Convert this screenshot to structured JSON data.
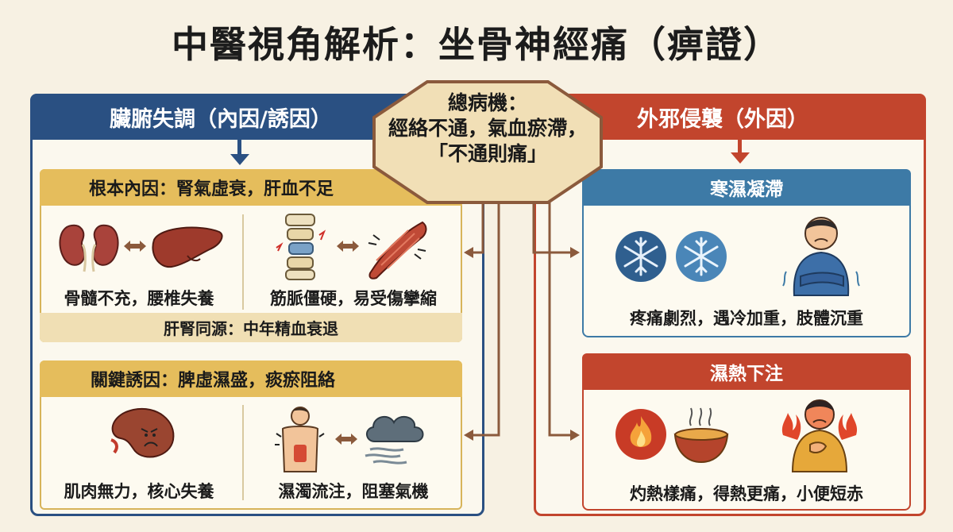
{
  "title": "中醫視角解析：坐骨神經痛（痹證）",
  "center": {
    "line1": "總病機：",
    "line2": "經絡不通，氣血瘀滯，",
    "line3": "「不通則痛」"
  },
  "left": {
    "header": "臟腑失調（內因/誘因）",
    "root": {
      "header": "根本內因：腎氣虛衰，肝血不足",
      "caption_a": "骨髓不充，腰椎失養",
      "caption_b": "筋脈僵硬，易受傷攣縮",
      "footer": "肝腎同源：中年精血衰退"
    },
    "key": {
      "header": "關鍵誘因：脾虛濕盛，痰瘀阻絡",
      "caption_a": "肌肉無力，核心失養",
      "caption_b": "濕濁流注，阻塞氣機"
    }
  },
  "right": {
    "header": "外邪侵襲（外因）",
    "cold": {
      "header": "寒濕凝滯",
      "caption": "疼痛劇烈，遇冷加重，肢體沉重"
    },
    "heat": {
      "header": "濕熱下注",
      "caption": "灼熱樣痛，得熱更痛，小便短赤"
    }
  },
  "icons": [
    "kidney-icon",
    "liver-icon",
    "spine-icon",
    "muscle-icon",
    "sad-spleen-icon",
    "torso-icon",
    "damp-cloud-icon",
    "snowflake-icon",
    "cold-person-icon",
    "fire-icon",
    "hot-bowl-icon",
    "feverish-person-icon"
  ],
  "colors": {
    "left_accent": "#2a5082",
    "right_accent": "#c2452d",
    "gold": "#e5bd5c",
    "cold_blue": "#3d7aa6",
    "connector": "#8b5a3c",
    "background": "#f7f1e3"
  }
}
